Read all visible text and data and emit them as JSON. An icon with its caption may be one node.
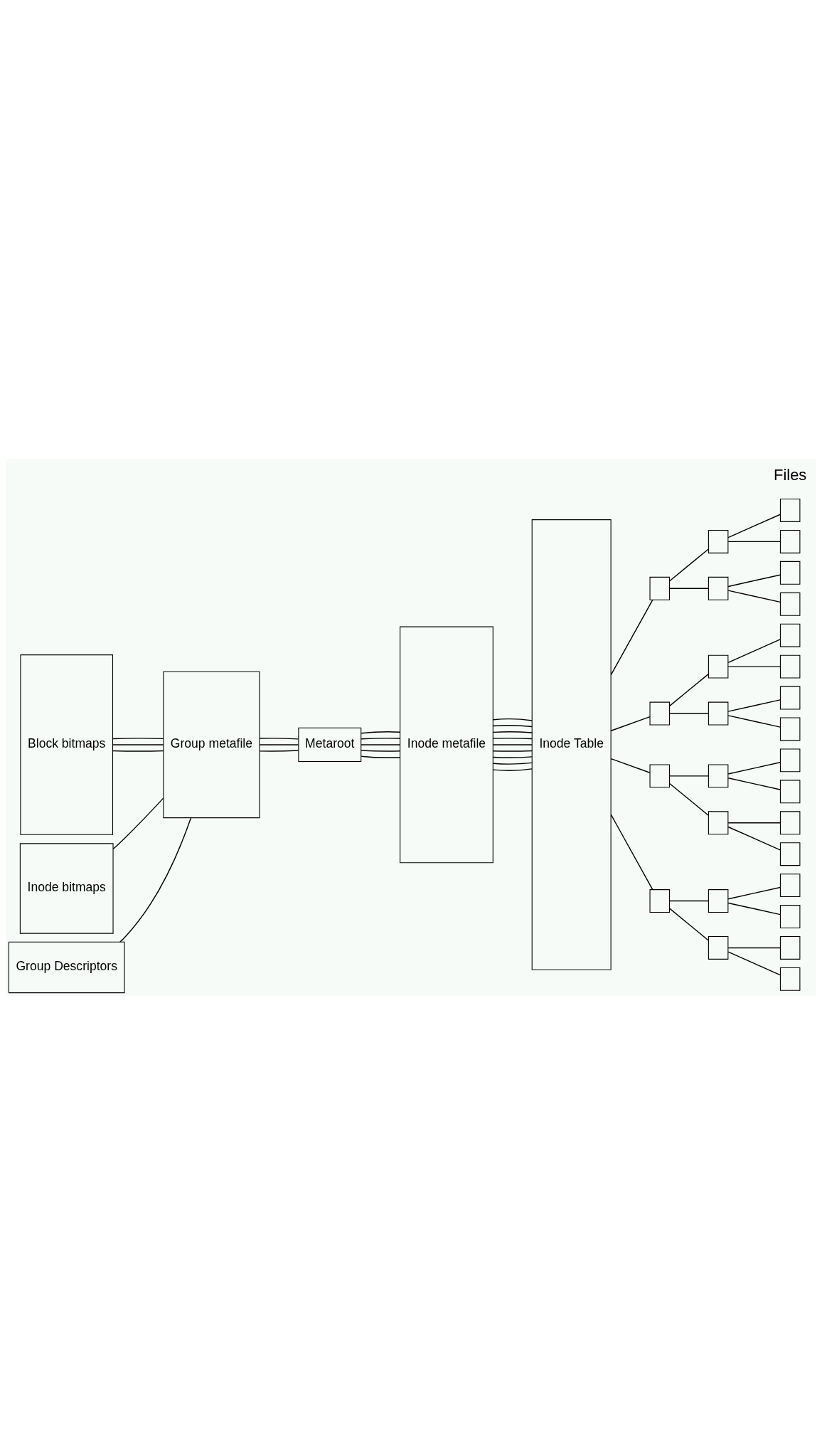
{
  "diagram": {
    "nodes": [
      {
        "text": [
          "Block bitmaps"
        ]
      },
      {
        "text": [
          "Inode bitmaps"
        ]
      },
      {
        "text": [
          "Group Descriptors"
        ]
      },
      {
        "text": [
          "Group metafile"
        ]
      },
      {
        "text": [
          "Metaroot"
        ]
      },
      {
        "text": [
          "Inode metafile"
        ]
      },
      {
        "text": [
          "Inode Table"
        ]
      },
      {
        "text": [],
        "shape": "box"
      },
      {
        "text": [],
        "shape": "box"
      },
      {
        "text": [],
        "shape": "box"
      },
      {
        "text": [],
        "shape": "box"
      },
      {
        "text": [],
        "shape": "box"
      },
      {
        "text": [],
        "shape": "box"
      },
      {
        "text": [],
        "shape": "box"
      },
      {
        "text": [],
        "shape": "box"
      },
      {
        "text": [],
        "shape": "box"
      },
      {
        "text": [],
        "shape": "box"
      },
      {
        "text": [],
        "shape": "box"
      },
      {
        "text": [],
        "shape": "box"
      },
      {
        "text": [],
        "shape": "box"
      },
      {
        "text": [],
        "shape": "box"
      },
      {
        "text": [],
        "shape": "box"
      },
      {
        "text": [],
        "shape": "box"
      },
      {
        "text": [],
        "shape": "box"
      },
      {
        "text": [],
        "shape": "box"
      },
      {
        "text": [],
        "shape": "box"
      },
      {
        "text": [],
        "shape": "box"
      },
      {
        "text": [],
        "shape": "box"
      },
      {
        "text": [],
        "shape": "box"
      },
      {
        "text": [],
        "shape": "box"
      },
      {
        "text": [],
        "shape": "box"
      },
      {
        "text": [],
        "shape": "box"
      },
      {
        "text": [],
        "shape": "box"
      },
      {
        "text": [],
        "shape": "box"
      },
      {
        "text": [],
        "shape": "box"
      }
    ],
    "edges": [
      {
        "from": 2,
        "to": 3,
        "arrow": "none"
      },
      {
        "from": 1,
        "to": 3,
        "arrow": "none"
      },
      {
        "from": 0,
        "to": 3,
        "arrow": "none"
      },
      {
        "from": 0,
        "to": 3,
        "arrow": "none"
      },
      {
        "from": 0,
        "to": 3,
        "arrow": "none"
      },
      {
        "from": 3,
        "to": 4,
        "arrow": "none"
      },
      {
        "from": 3,
        "to": 4,
        "arrow": "none"
      },
      {
        "from": 3,
        "to": 4,
        "arrow": "none"
      },
      {
        "from": 4,
        "to": 5,
        "arrow": "none"
      },
      {
        "from": 4,
        "to": 5,
        "arrow": "none"
      },
      {
        "from": 4,
        "to": 5,
        "arrow": "none"
      },
      {
        "from": 4,
        "to": 5,
        "arrow": "none"
      },
      {
        "from": 4,
        "to": 5,
        "arrow": "none"
      },
      {
        "from": 5,
        "to": 6,
        "arrow": "none"
      },
      {
        "from": 5,
        "to": 6,
        "arrow": "none"
      },
      {
        "from": 5,
        "to": 6,
        "arrow": "none"
      },
      {
        "from": 5,
        "to": 6,
        "arrow": "none"
      },
      {
        "from": 5,
        "to": 6,
        "arrow": "none"
      },
      {
        "from": 5,
        "to": 6,
        "arrow": "none"
      },
      {
        "from": 5,
        "to": 6,
        "arrow": "none"
      },
      {
        "from": 5,
        "to": 6,
        "arrow": "none"
      },
      {
        "from": 5,
        "to": 6,
        "arrow": "none"
      },
      {
        "from": 6,
        "to": 7,
        "arrow": "none"
      },
      {
        "from": 6,
        "to": 14,
        "arrow": "none"
      },
      {
        "from": 6,
        "to": 21,
        "arrow": "none"
      },
      {
        "from": 6,
        "to": 28,
        "arrow": "none"
      },
      {
        "from": 7,
        "to": 8,
        "arrow": "none"
      },
      {
        "from": 8,
        "to": 9,
        "arrow": "none"
      },
      {
        "from": 8,
        "to": 10,
        "arrow": "none"
      },
      {
        "from": 7,
        "to": 11,
        "arrow": "none"
      },
      {
        "from": 11,
        "to": 12,
        "arrow": "none"
      },
      {
        "from": 11,
        "to": 13,
        "arrow": "none"
      },
      {
        "from": 14,
        "to": 15,
        "arrow": "none"
      },
      {
        "from": 15,
        "to": 16,
        "arrow": "none"
      },
      {
        "from": 15,
        "to": 17,
        "arrow": "none"
      },
      {
        "from": 14,
        "to": 18,
        "arrow": "none"
      },
      {
        "from": 18,
        "to": 19,
        "arrow": "none"
      },
      {
        "from": 18,
        "to": 20,
        "arrow": "none"
      },
      {
        "from": 21,
        "to": 22,
        "arrow": "none"
      },
      {
        "from": 22,
        "to": 23,
        "arrow": "none"
      },
      {
        "from": 22,
        "to": 24,
        "arrow": "none"
      },
      {
        "from": 21,
        "to": 25,
        "arrow": "none"
      },
      {
        "from": 25,
        "to": 26,
        "arrow": "none"
      },
      {
        "from": 25,
        "to": 27,
        "arrow": "none"
      },
      {
        "from": 28,
        "to": 29,
        "arrow": "none"
      },
      {
        "from": 29,
        "to": 30,
        "arrow": "none"
      },
      {
        "from": 29,
        "to": 31,
        "arrow": "none"
      },
      {
        "from": 28,
        "to": 32,
        "arrow": "none"
      },
      {
        "from": 32,
        "to": 33,
        "arrow": "none"
      },
      {
        "from": 32,
        "to": 34,
        "arrow": "none"
      }
    ],
    "labels": [
      "Files"
    ]
  }
}
